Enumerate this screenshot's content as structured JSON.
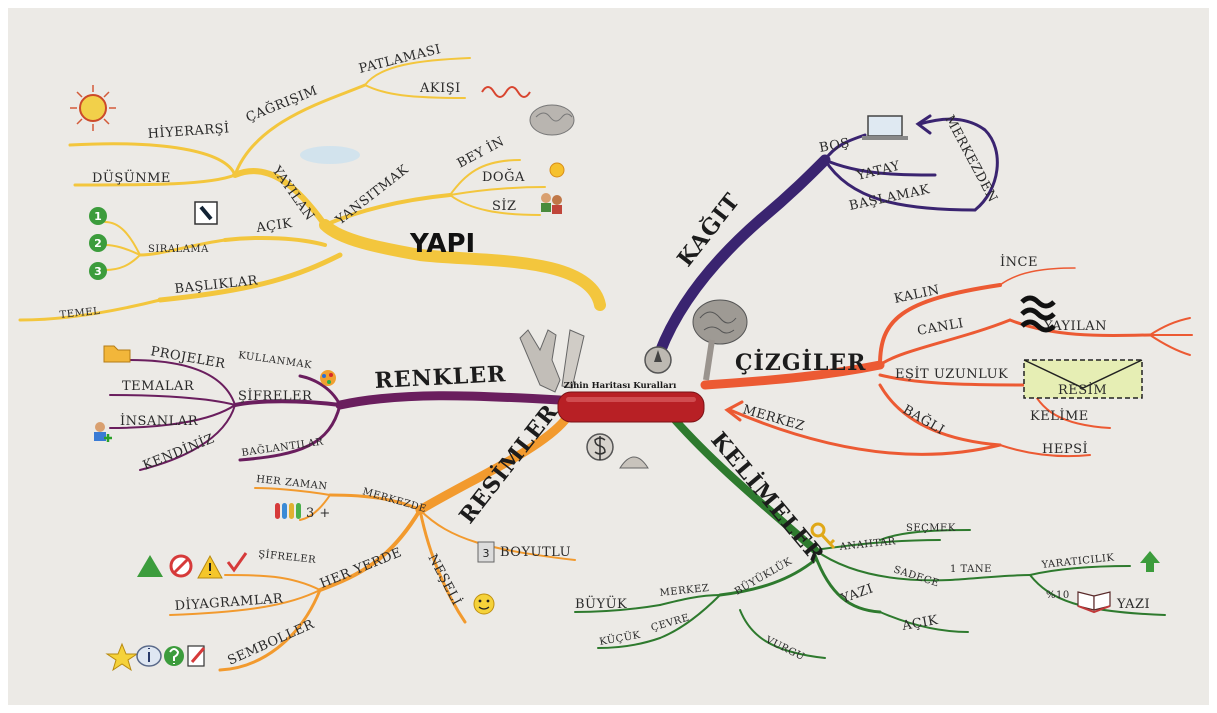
{
  "center": {
    "title": "Zihin Haritası Kuralları"
  },
  "branches": {
    "yapi": {
      "label": "YAPI",
      "color": "#f3c63d",
      "items": {
        "hiyerarsi": "HİYERARŞİ",
        "cagrisim": "ÇAĞRIŞIM",
        "patlamasi": "PATLAMASI",
        "akisi": "AKIŞI",
        "dusunme": "DÜŞÜNME",
        "yayilan": "YAYILAN",
        "yansitmak": "YANSITMAK",
        "beyin": "BEY İN",
        "doga": "DOĞA",
        "siz": "SİZ",
        "acik": "AÇIK",
        "siralama": "SIRALAMA",
        "basliklar": "BAŞLIKLAR",
        "temel": "TEMEL"
      },
      "numbers": [
        "1",
        "2",
        "3"
      ]
    },
    "kagit": {
      "label": "KAĞIT",
      "color": "#3a2470",
      "items": {
        "bos": "BOŞ",
        "yatay": "YATAY",
        "baslamak": "BAŞLAMAK",
        "merkezden": "MERKEZDEN"
      }
    },
    "cizgiler": {
      "label": "ÇİZGİLER",
      "color": "#ec5a33",
      "items": {
        "kalin": "KALIN",
        "ince": "İNCE",
        "canli": "CANLI",
        "yayilan": "YAYILAN",
        "esit_uzunluk": "EŞİT UZUNLUK",
        "resim": "RESİM",
        "kelime": "KELİME",
        "bagli": "BAĞLI",
        "hepsi": "HEPSİ",
        "merkez": "MERKEZ"
      }
    },
    "renkler": {
      "label": "RENKLER",
      "color": "#6a1e5e",
      "items": {
        "projeler": "PROJELER",
        "kullanmak": "KULLANMAK",
        "temalar": "TEMALAR",
        "sifreler": "ŞİFRELER",
        "insanlar": "İNSANLAR",
        "kendiniz": "KENDİNİZ",
        "baglantilar": "BAĞLANTILAR"
      }
    },
    "resimler": {
      "label": "RESİMLER",
      "color": "#f29a2e",
      "items": {
        "her_zaman": "HER ZAMAN",
        "merkezde": "MERKEZDE",
        "three_plus": "3 +",
        "sifreler": "ŞİFRELER",
        "her_yerde": "HER YERDE",
        "neseli": "NEŞELİ",
        "uc_boyutlu": "BOYUTLU",
        "uc": "3",
        "diyagramlar": "DİYAGRAMLAR",
        "semboller": "SEMBOLLER"
      }
    },
    "kelimeler": {
      "label": "KELİMELER",
      "color": "#2e7a2e",
      "items": {
        "anahtar": "ANAHTAR",
        "secmek": "SEÇMEK",
        "sadece": "SADECE",
        "bir_tane": "1 TANE",
        "yaraticilik": "YARATICILIK",
        "yuzde": "%10",
        "yazi2": "YAZI",
        "yazi": "YAZI",
        "acik": "AÇIK",
        "buyuk": "BÜYÜK",
        "merkez": "MERKEZ",
        "buyukluk": "BÜYÜKLÜK",
        "kucuk": "KÜÇÜK",
        "cevre": "ÇEVRE",
        "vurgu": "VURGU"
      }
    }
  }
}
